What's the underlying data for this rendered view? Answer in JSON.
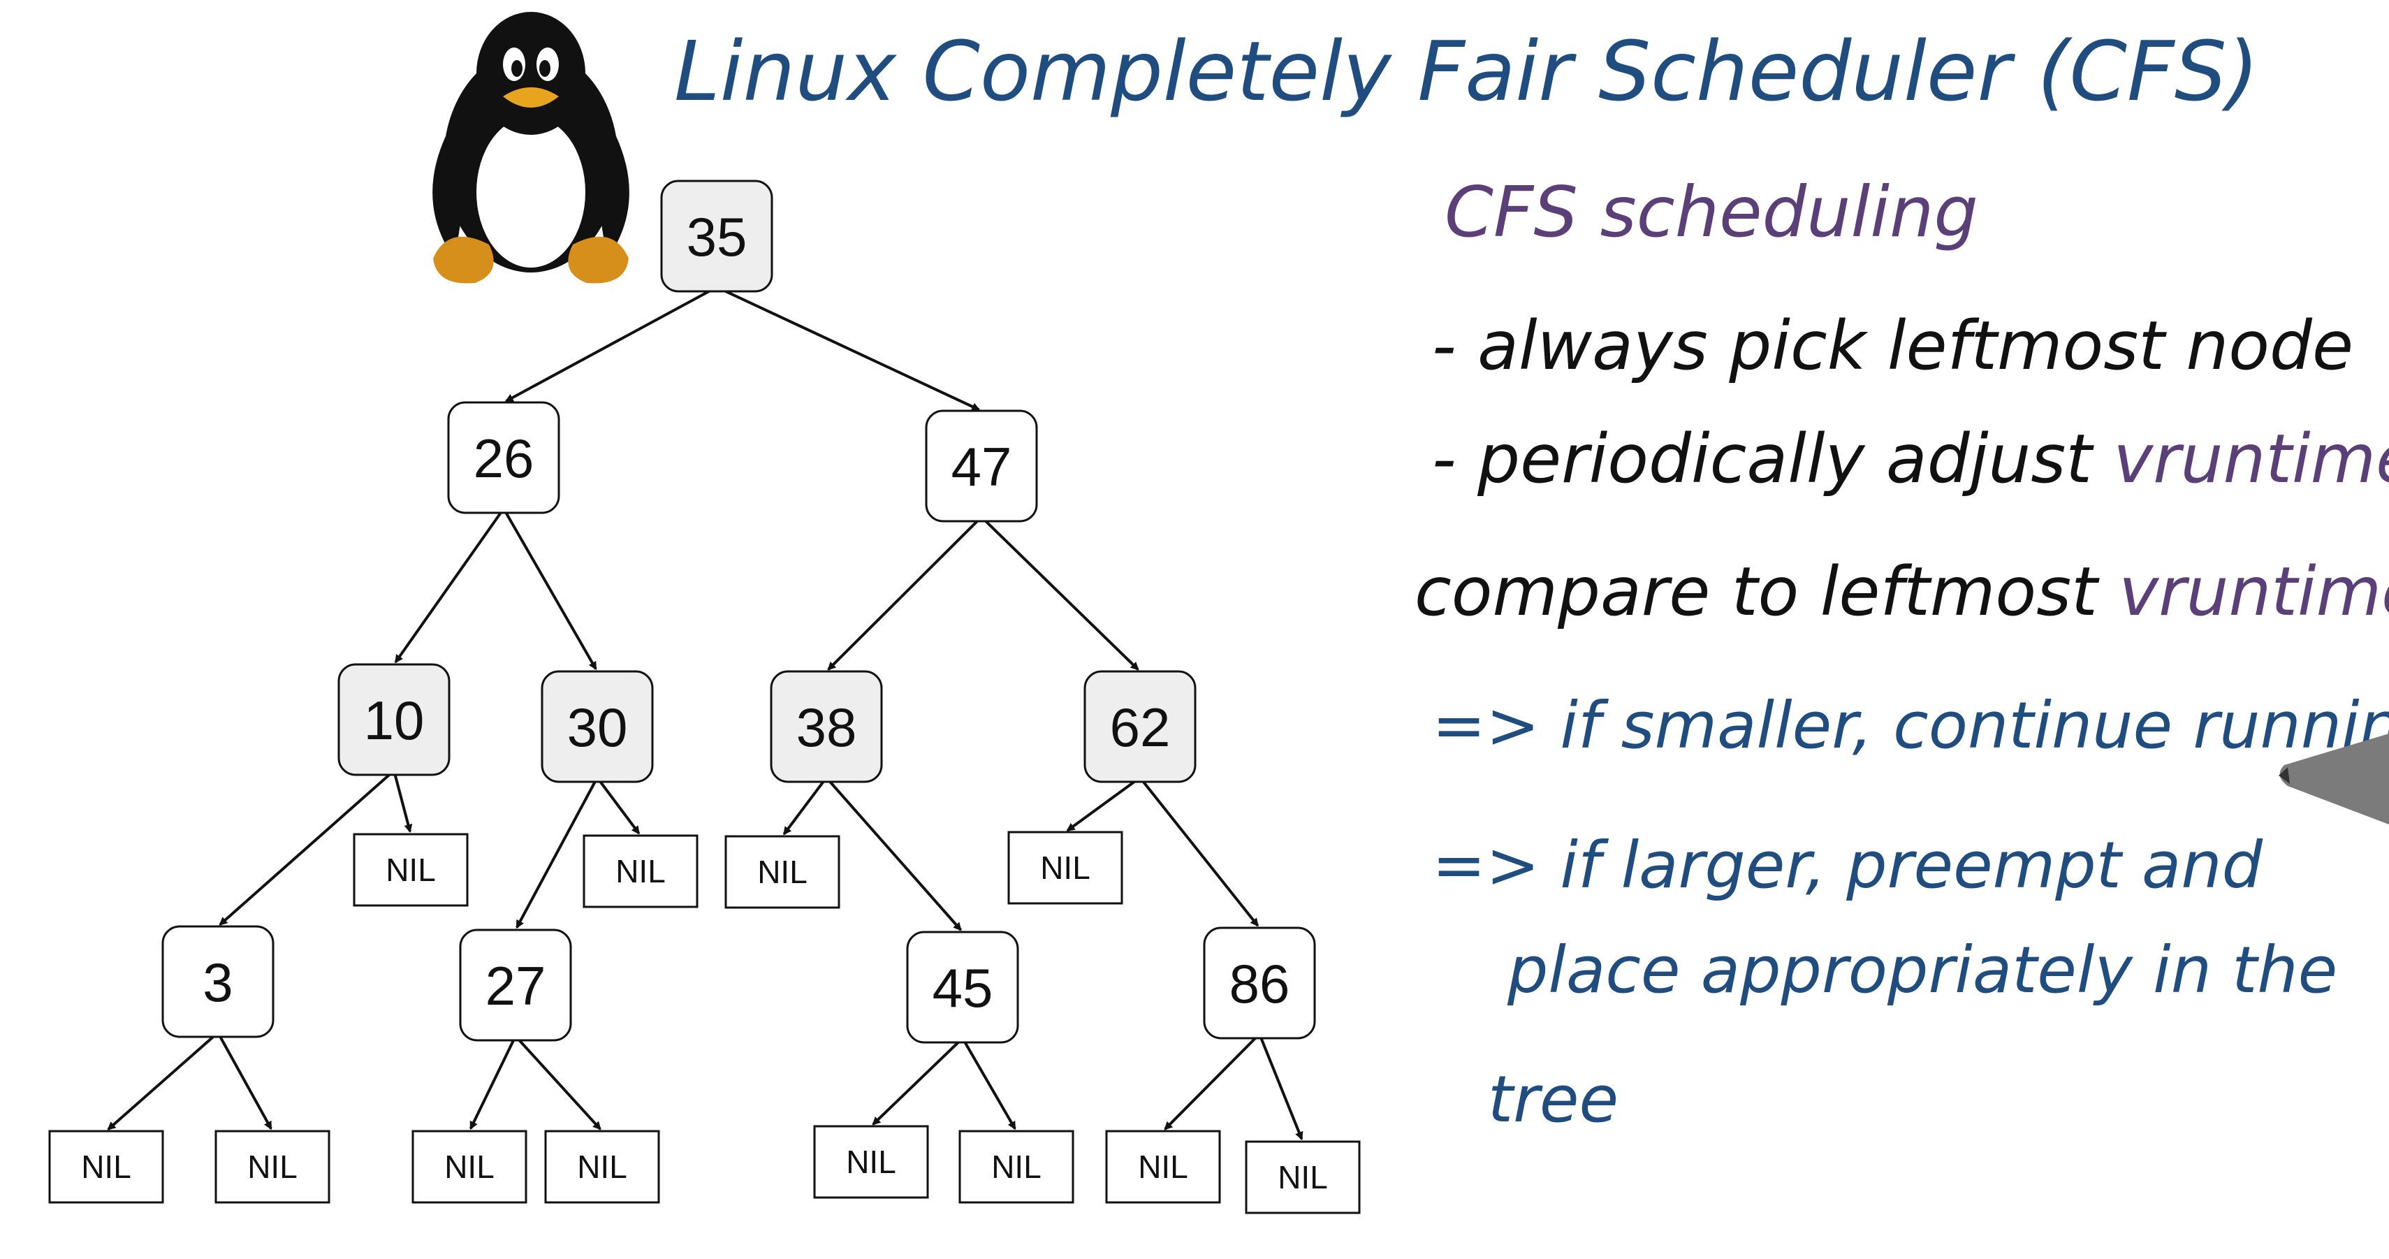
{
  "title": "Linux Completely Fair Scheduler (CFS)",
  "notes": {
    "heading": "CFS scheduling",
    "line1": "- always pick leftmost node",
    "line2_prefix": "- periodically adjust ",
    "line2_term": "vruntime",
    "line3_prefix": "compare to leftmost ",
    "line3_term": "vruntime",
    "line4": "=> if smaller, continue running",
    "line5": "=> if larger, preempt and",
    "line6": "place appropriately in the",
    "line7": "tree"
  },
  "tree": {
    "nodes": [
      {
        "id": "n35",
        "label": "35",
        "shaded": true
      },
      {
        "id": "n26",
        "label": "26",
        "shaded": false
      },
      {
        "id": "n47",
        "label": "47",
        "shaded": false
      },
      {
        "id": "n10",
        "label": "10",
        "shaded": true
      },
      {
        "id": "n30",
        "label": "30",
        "shaded": true
      },
      {
        "id": "n38",
        "label": "38",
        "shaded": true
      },
      {
        "id": "n62",
        "label": "62",
        "shaded": true
      },
      {
        "id": "n3",
        "label": "3",
        "shaded": false
      },
      {
        "id": "n27",
        "label": "27",
        "shaded": false
      },
      {
        "id": "n45",
        "label": "45",
        "shaded": false
      },
      {
        "id": "n86",
        "label": "86",
        "shaded": false
      }
    ],
    "nils": [
      {
        "id": "nil10r",
        "label": "NIL"
      },
      {
        "id": "nil30r",
        "label": "NIL"
      },
      {
        "id": "nil38l",
        "label": "NIL"
      },
      {
        "id": "nil62l",
        "label": "NIL"
      },
      {
        "id": "nil3l",
        "label": "NIL"
      },
      {
        "id": "nil3r",
        "label": "NIL"
      },
      {
        "id": "nil27l",
        "label": "NIL"
      },
      {
        "id": "nil27r",
        "label": "NIL"
      },
      {
        "id": "nil45l",
        "label": "NIL"
      },
      {
        "id": "nil45r",
        "label": "NIL"
      },
      {
        "id": "nil86l",
        "label": "NIL"
      },
      {
        "id": "nil86r",
        "label": "NIL"
      }
    ],
    "edges": [
      [
        "n35",
        "n26"
      ],
      [
        "n35",
        "n47"
      ],
      [
        "n26",
        "n10"
      ],
      [
        "n26",
        "n30"
      ],
      [
        "n47",
        "n38"
      ],
      [
        "n47",
        "n62"
      ],
      [
        "n10",
        "n3"
      ],
      [
        "n10",
        "nil10r"
      ],
      [
        "n30",
        "n27"
      ],
      [
        "n30",
        "nil30r"
      ],
      [
        "n38",
        "nil38l"
      ],
      [
        "n38",
        "n45"
      ],
      [
        "n62",
        "nil62l"
      ],
      [
        "n62",
        "n86"
      ],
      [
        "n3",
        "nil3l"
      ],
      [
        "n3",
        "nil3r"
      ],
      [
        "n27",
        "nil27l"
      ],
      [
        "n27",
        "nil27r"
      ],
      [
        "n45",
        "nil45l"
      ],
      [
        "n45",
        "nil45r"
      ],
      [
        "n86",
        "nil86l"
      ],
      [
        "n86",
        "nil86r"
      ]
    ]
  },
  "colors": {
    "title_blue": "#1f4d80",
    "heading_purple": "#5a3f78",
    "ink_black": "#111111",
    "vruntime_purple": "#5a3f78",
    "arrow_blue": "#1f4d80",
    "node_shaded": "#eeeeef",
    "node_plain": "#ffffff"
  }
}
